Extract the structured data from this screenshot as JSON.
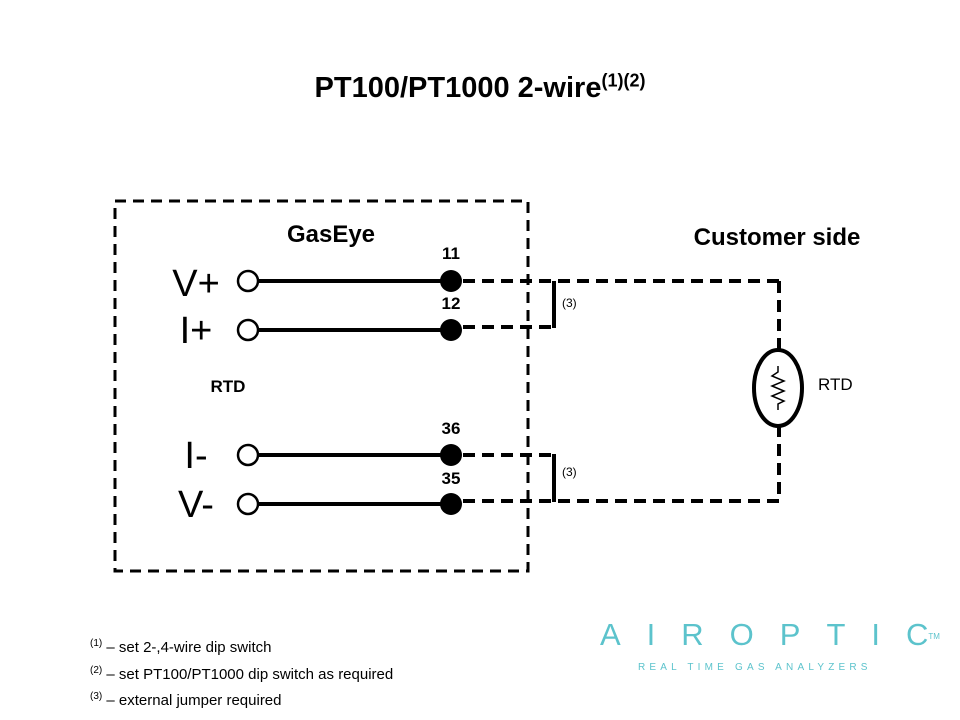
{
  "title": {
    "main": "PT100/PT1000 2-wire",
    "superscript": "(1)(2)"
  },
  "diagram": {
    "gaseye_label": "GasEye",
    "customer_label": "Customer side",
    "rtd_left_label": "RTD",
    "rtd_right_label": "RTD",
    "terminals": {
      "v_plus": "V+",
      "i_plus": "I+",
      "i_minus": "I-",
      "v_minus": "V-"
    },
    "pins": {
      "p11": "11",
      "p12": "12",
      "p36": "36",
      "p35": "35"
    },
    "jumper_top": "(3)",
    "jumper_bottom": "(3)"
  },
  "notes": [
    {
      "marker": "(1)",
      "text": " – set 2-,4-wire dip switch"
    },
    {
      "marker": "(2)",
      "text": " – set PT100/PT1000 dip switch as required"
    },
    {
      "marker": "(3)",
      "text": " – external jumper required"
    }
  ],
  "logo": {
    "name": "AIROPTIC",
    "trademark": "TM",
    "tagline": "REAL TIME GAS ANALYZERS"
  },
  "colors": {
    "brand": "#5cc3cc",
    "lines": "#000000"
  }
}
